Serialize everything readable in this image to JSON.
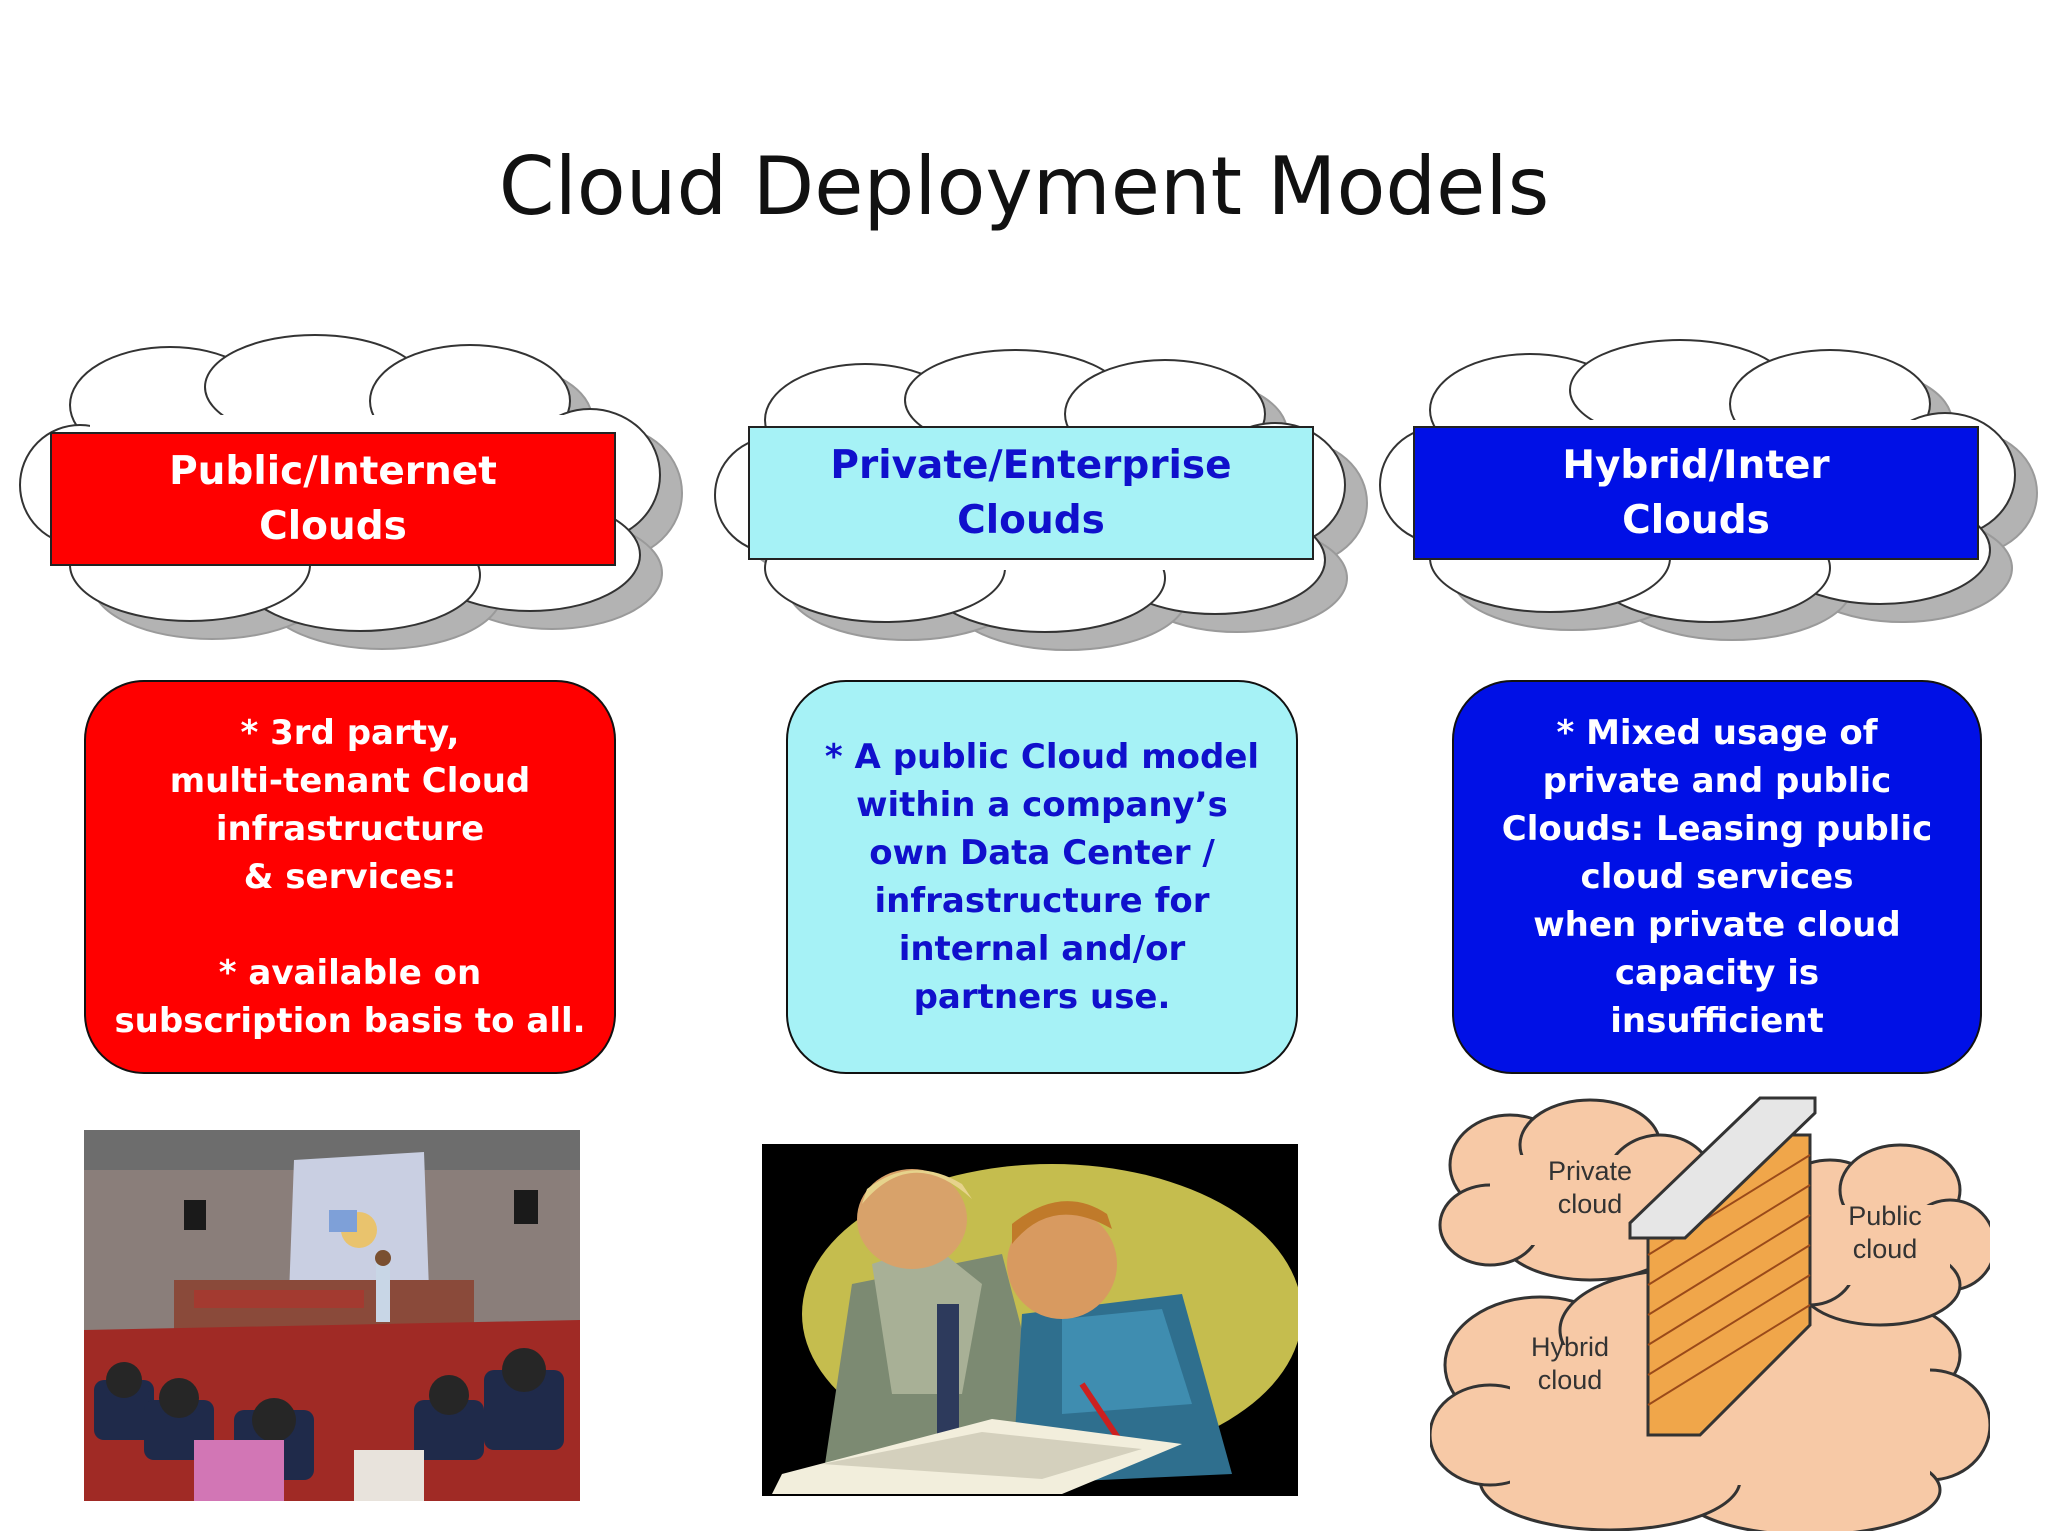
{
  "title": "Cloud Deployment Models",
  "colors": {
    "public": "#ff0000",
    "private": "#a6f2f6",
    "hybrid": "#0010e6",
    "private_text": "#1010cc",
    "light_text": "#ffffff"
  },
  "models": [
    {
      "header": "Public/Internet\nClouds",
      "description": "* 3rd party,\nmulti-tenant Cloud\ninfrastructure\n& services:\n\n* available on\nsubscription basis to all.",
      "image": "auditorium-presentation-photo"
    },
    {
      "header": "Private/Enterprise\nClouds",
      "description": "* A public Cloud model\nwithin a company’s\nown Data Center /\ninfrastructure for\ninternal and/or\npartners use.",
      "image": "two-men-reviewing-documents-clipart"
    },
    {
      "header": "Hybrid/Inter\nClouds",
      "description": "* Mixed usage of\nprivate and public\nClouds: Leasing public\ncloud services\nwhen private cloud\ncapacity is\ninsufficient",
      "image": "clouds-with-firewall-diagram"
    }
  ],
  "hybrid_diagram": {
    "private_label": "Private\ncloud",
    "public_label": "Public\ncloud",
    "hybrid_label": "Hybrid\ncloud"
  }
}
